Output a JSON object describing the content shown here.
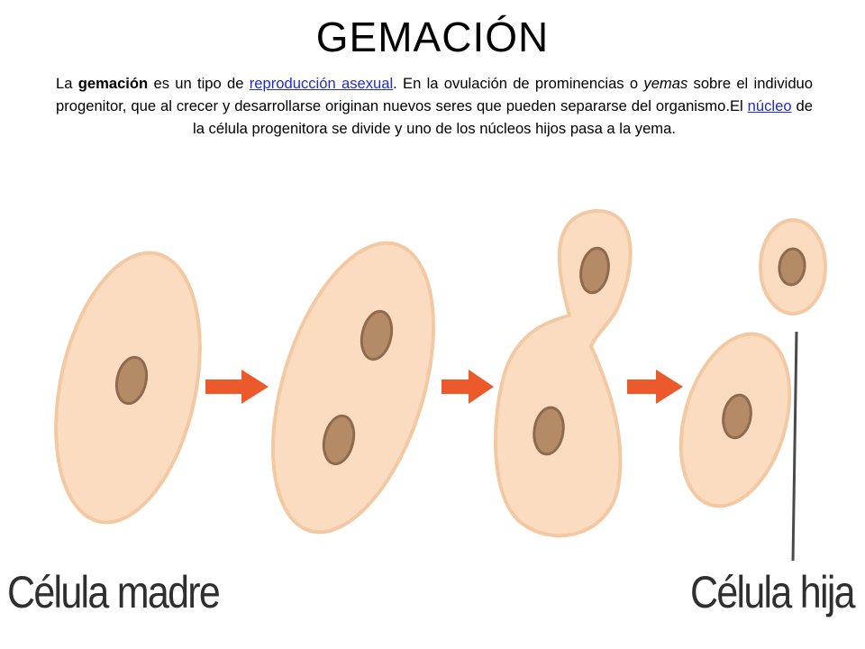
{
  "title": "GEMACIÓN",
  "description": {
    "t1": "La ",
    "t2": "gemación",
    "t3": " es un tipo de ",
    "link1": "reproducción asexual",
    "t4": ". En la ovulación de prominencias o ",
    "t5": "yemas",
    "t6": " sobre el individuo progenitor, que al crecer y desarrollarse originan nuevos seres que pueden separarse del organismo.El ",
    "link2": "núcleo",
    "t7": " de la célula progenitora se divide y uno de los núcleos hijos pasa a la yema."
  },
  "labels": {
    "mother": "Célula madre",
    "daughter": "Célula hija"
  },
  "colors": {
    "cell_fill": "#fbdcc0",
    "cell_stroke": "#f3c9a3",
    "nucleus_fill": "#b58a66",
    "nucleus_stroke": "#8e6a4e",
    "arrow": "#ec5a2b",
    "link": "#1d2bd8"
  }
}
